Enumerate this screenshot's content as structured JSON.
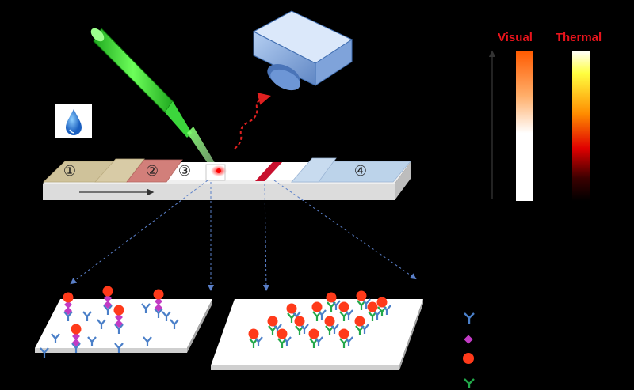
{
  "strip": {
    "pad_labels": [
      "①",
      "②",
      "③",
      "④"
    ],
    "colors": {
      "sample_pad": "#cfc29a",
      "conjugate_pad": "#d27f7a",
      "membrane": "#ffffff",
      "absorbent_pad": "#bcd3ea",
      "base": "#dcdcdc",
      "test_line": "#c8102e",
      "laser_spot": "#ff2020"
    }
  },
  "laser": {
    "color": "#2edc2e",
    "beam_color": "#7dff6a"
  },
  "camera": {
    "color": "#8fb4e6"
  },
  "droplet": {
    "color": "#1e6fd0"
  },
  "colorbars": {
    "visual_label": "Visual",
    "thermal_label": "Thermal",
    "label_color": "#e8141c",
    "visual_gradient": [
      "#ff5a00",
      "#ff9a4a",
      "#ffffff",
      "#ffffff"
    ],
    "thermal_gradient": [
      "#ffffff",
      "#ffff40",
      "#ff8c00",
      "#e00000",
      "#300000",
      "#000000"
    ]
  },
  "membranes": {
    "left_title": "",
    "right_title": ""
  },
  "legend": {
    "items": [
      {
        "icon": "capture-antibody-icon",
        "color": "#4a7fc8"
      },
      {
        "icon": "antigen-icon",
        "color": "#c23bc4"
      },
      {
        "icon": "nanoparticle-icon",
        "color": "#ff3a1a"
      },
      {
        "icon": "secondary-antibody-icon",
        "color": "#22a84a"
      }
    ]
  }
}
